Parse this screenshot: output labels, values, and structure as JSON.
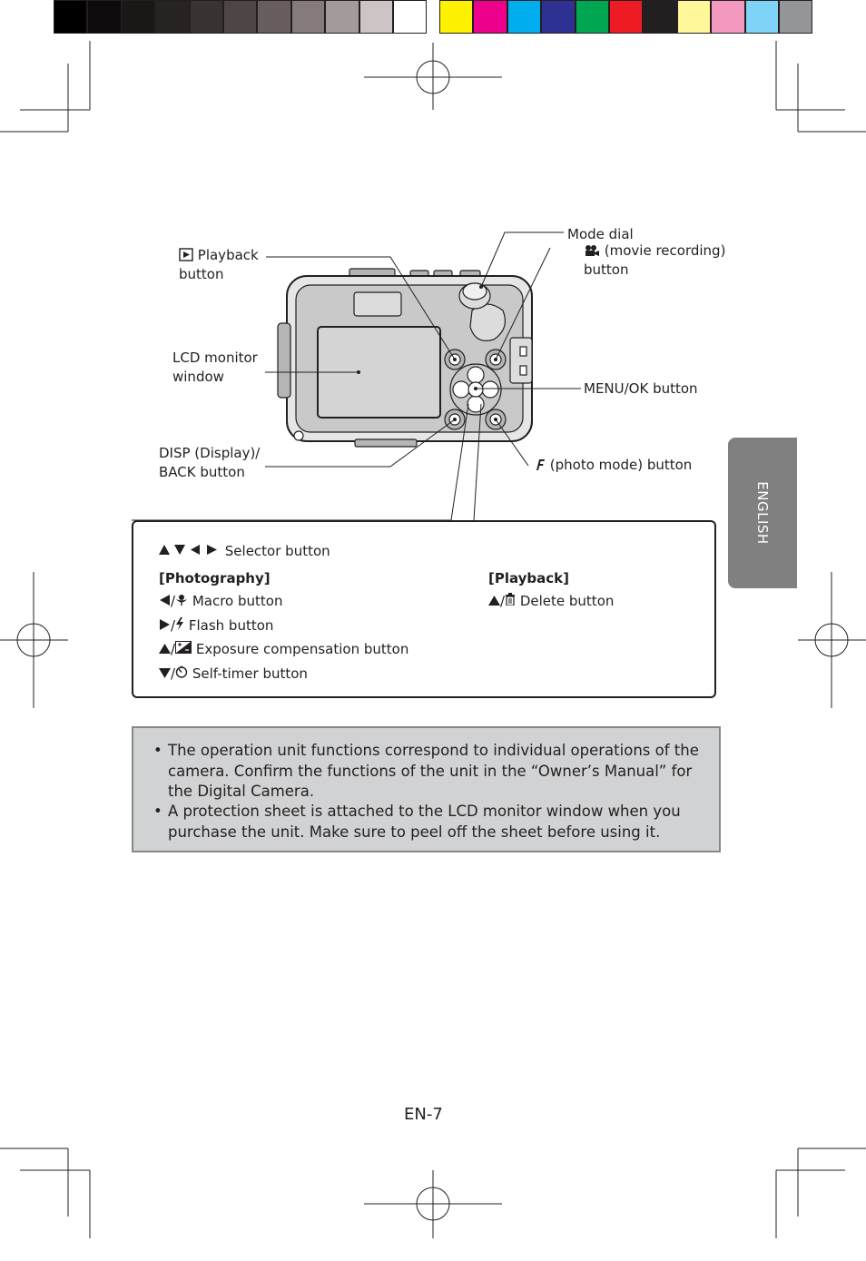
{
  "color_bar": {
    "grays": [
      "#000000",
      "#0d0b0b",
      "#1a1716",
      "#272322",
      "#393332",
      "#4d4645",
      "#675e5d",
      "#847b7a",
      "#a39b9a",
      "#cdc5c5",
      "#ffffff"
    ],
    "colors": [
      "#fff200",
      "#ec008c",
      "#00aeef",
      "#2e3192",
      "#00a651",
      "#ed1c24",
      "#231f20",
      "#fff799",
      "#f49ac1",
      "#7fd3f7",
      "#939598"
    ]
  },
  "side_tab": {
    "label": "ENGLISH"
  },
  "callouts": {
    "playback_line1": "Playback",
    "playback_line2": "button",
    "playback_icon": "play-icon",
    "mode_dial": "Mode dial",
    "movie_line1": "(movie recording)",
    "movie_line2": "button",
    "movie_icon": "movie-camera-icon",
    "lcd_line1": "LCD monitor",
    "lcd_line2": "window",
    "menu_ok": "MENU/OK button",
    "disp_line1": "DISP (Display)/",
    "disp_line2": "BACK button",
    "photo_mode": "(photo mode) button",
    "photo_mode_icon": "f-mode-icon"
  },
  "selector": {
    "title": "Selector button",
    "photography_heading": "[Photography]",
    "playback_heading": "[Playback]",
    "macro": "Macro button",
    "flash": "Flash button",
    "exposure": "Exposure compensation button",
    "self_timer": "Self-timer button",
    "delete": "Delete button",
    "separator": "/"
  },
  "notes": [
    "The operation unit functions correspond to individual operations of the camera. Confirm the functions of the unit in the “Owner’s Manual” for the Digital Camera.",
    "A protection sheet is attached to the LCD monitor window when you purchase the unit. Make sure to peel off the sheet before using it."
  ],
  "bullet": "•",
  "page_number": "EN-7"
}
